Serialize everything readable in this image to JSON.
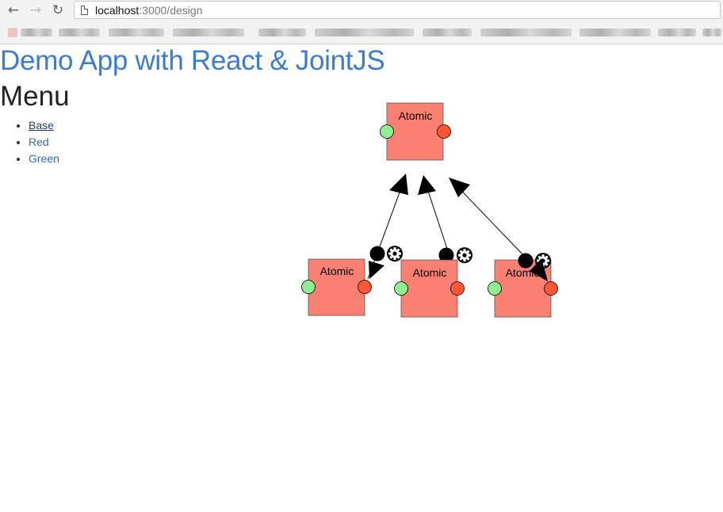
{
  "browser": {
    "url_host": "localhost",
    "url_path": ":3000/design",
    "back_icon": "←",
    "forward_icon": "→",
    "reload_icon": "↻"
  },
  "page": {
    "title": "Demo App with React & JointJS",
    "menu_heading": "Menu",
    "menu_items": [
      {
        "label": "Base",
        "active": true
      },
      {
        "label": "Red",
        "active": false
      },
      {
        "label": "Green",
        "active": false
      }
    ]
  },
  "diagram": {
    "element_label": "Atomic",
    "element_fill": "#fa8072",
    "in_port_color": "#90ee90",
    "out_port_color": "#ff5733",
    "link_remove_icon": "●",
    "link_options_icon": "⚙"
  }
}
